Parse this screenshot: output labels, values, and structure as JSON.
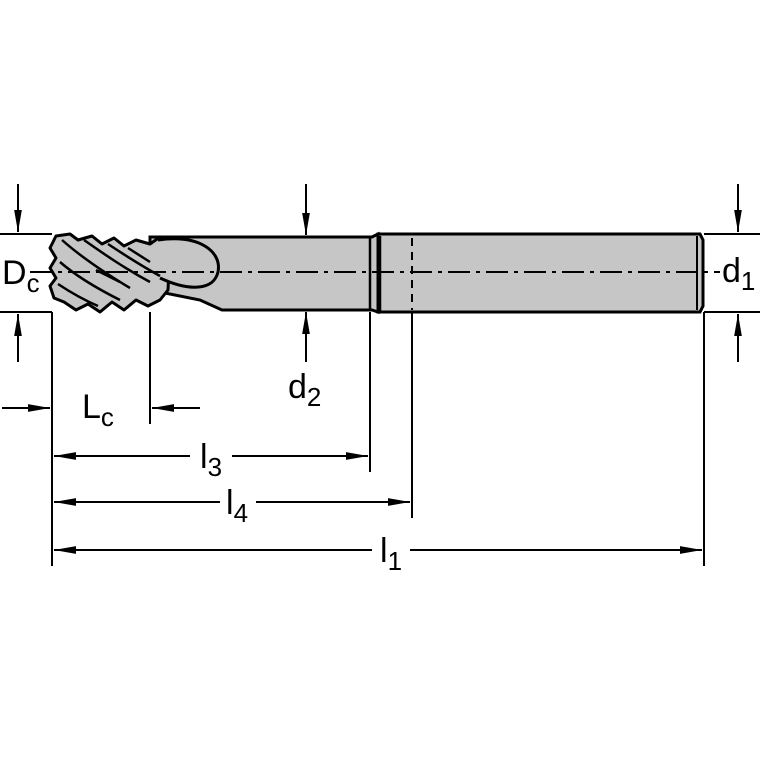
{
  "colors": {
    "line": "#000000",
    "tool_body": "#c6c6c6",
    "background": "#ffffff"
  },
  "labels": {
    "Dc": {
      "main": "D",
      "sub": "c"
    },
    "d1": {
      "main": "d",
      "sub": "1"
    },
    "d2": {
      "main": "d",
      "sub": "2"
    },
    "Lc": {
      "main": "L",
      "sub": "c"
    },
    "l3": {
      "main": "l",
      "sub": "3"
    },
    "l4": {
      "main": "l",
      "sub": "4"
    },
    "l1": {
      "main": "l",
      "sub": "1"
    }
  }
}
